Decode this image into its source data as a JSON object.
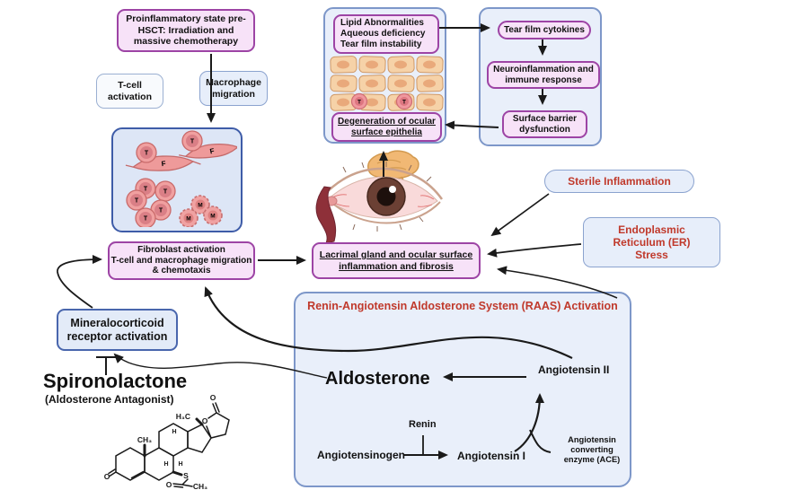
{
  "boxes": {
    "proinflammatory": {
      "lines": [
        "Proinflammatory state pre-",
        "HSCT: Irradiation and",
        "massive chemotherapy"
      ]
    },
    "t_cell": {
      "lines": [
        "T-cell",
        "activation"
      ]
    },
    "macrophage": {
      "lines": [
        "Macrophage",
        "migration"
      ]
    },
    "fibroblast": {
      "lines": [
        "Fibroblast activation",
        "T-cell and macrophage migration",
        "& chemotaxis"
      ]
    },
    "lipid": {
      "lines": [
        "Lipid Abnormalities",
        "Aqueous deficiency",
        "Tear film instability"
      ]
    },
    "degeneration": {
      "lines": [
        "Degeneration of ocular",
        "surface epithelia"
      ]
    },
    "cytokines": {
      "label": "Tear film cytokines"
    },
    "neuro": {
      "lines": [
        "Neuroinflammation and",
        "immune response"
      ]
    },
    "barrier": {
      "lines": [
        "Surface barrier",
        "dysfunction"
      ]
    },
    "lacrimal": {
      "lines": [
        "Lacrimal gland and ocular surface",
        "inflammation and fibrosis"
      ]
    },
    "sterile": {
      "label": "Sterile Inflammation"
    },
    "er": {
      "lines": [
        "Endoplasmic",
        "Reticulum (ER)",
        "Stress"
      ]
    },
    "mineralocorticoid": {
      "lines": [
        "Mineralocorticoid",
        "receptor activation"
      ]
    }
  },
  "raas": {
    "title": "Renin-Angiotensin Aldosterone System (RAAS) Activation",
    "aldosterone": "Aldosterone",
    "angiotensin_ii": "Angiotensin II",
    "angiotensinogen": "Angiotensinogen",
    "renin": "Renin",
    "angiotensin_i": "Angiotensin I",
    "ace": {
      "lines": [
        "Angiotensin",
        "converting",
        "enzyme (ACE)"
      ]
    }
  },
  "spironolactone": {
    "name": "Spironolactone",
    "subtitle": "(Aldosterone Antagonist)"
  },
  "cells": {
    "t": "T",
    "f": "F",
    "m": "M"
  },
  "chem": {
    "o": "O",
    "ch3": "CH₃",
    "h3c": "H₃C",
    "s": "S",
    "h": "H"
  },
  "colors": {
    "pink_fill": "#f7e2f8",
    "pink_border": "#9d44a5",
    "panel_fill": "#e9effa",
    "panel_border": "#7d97c9",
    "cells_panel_border": "#3e5ca8",
    "mr_border": "#4966ad",
    "red_text": "#c0392b",
    "arrow": "#1a1a1a",
    "cell_salmon": "#ee9a9a",
    "epithelium": "#f6d2a8"
  }
}
